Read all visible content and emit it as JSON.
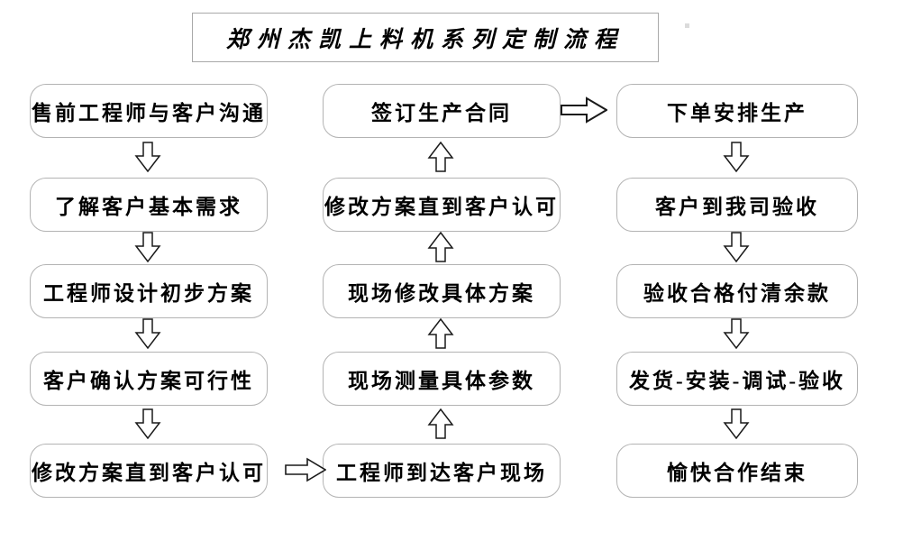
{
  "title": "郑州杰凯上料机系列定制流程",
  "flow": {
    "left_column": [
      "售前工程师与客户沟通",
      "了解客户基本需求",
      "工程师设计初步方案",
      "客户确认方案可行性",
      "修改方案直到客户认可"
    ],
    "middle_column": [
      "签订生产合同",
      "修改方案直到客户认可",
      "现场修改具体方案",
      "现场测量具体参数",
      "工程师到达客户现场"
    ],
    "right_column": [
      "下单安排生产",
      "客户到我司验收",
      "验收合格付清余款",
      "发货-安装-调试-验收",
      "愉快合作结束"
    ]
  },
  "icons": {
    "down_arrow": "arrow-down-icon",
    "up_arrow": "arrow-up-icon",
    "right_arrow": "arrow-right-icon"
  },
  "colors": {
    "background": "#ffffff",
    "box_border": "#b3b3b3",
    "title_border": "#a9a9a9",
    "text": "#000000",
    "arrow_outline": "#000000"
  }
}
